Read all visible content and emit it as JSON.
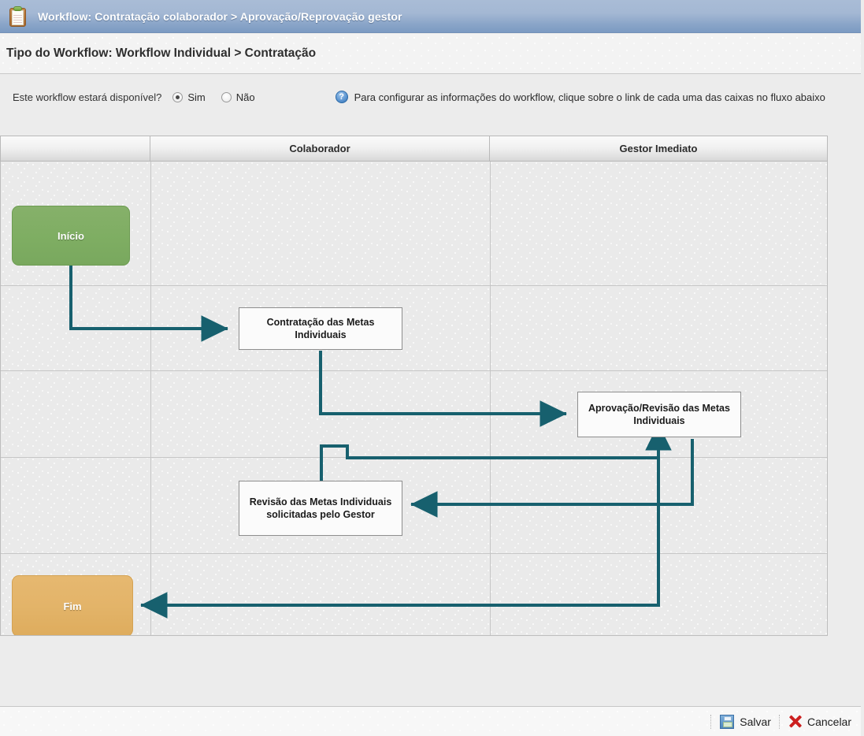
{
  "titlebar": {
    "icon": "clipboard-icon",
    "breadcrumb": "Workflow: Contratação colaborador > Aprovação/Reprovação gestor"
  },
  "page": {
    "heading": "Tipo do Workflow: Workflow Individual > Contratação"
  },
  "options": {
    "availability_label": "Este workflow estará disponível?",
    "radios": [
      {
        "label": "Sim",
        "checked": true
      },
      {
        "label": "Não",
        "checked": false
      }
    ],
    "help_icon": "question-mark-icon",
    "help_glyph": "?",
    "help_text": "Para configurar as informações do workflow, clique sobre o link de cada uma das caixas no fluxo abaixo"
  },
  "diagram": {
    "lanes": [
      {
        "label": ""
      },
      {
        "label": "Colaborador"
      },
      {
        "label": "Gestor Imediato"
      }
    ],
    "nodes": [
      {
        "id": "start",
        "label": "Início"
      },
      {
        "id": "task1",
        "label": "Contratação das Metas Individuais"
      },
      {
        "id": "task2",
        "label": "Aprovação/Revisão das Metas Individuais"
      },
      {
        "id": "task3",
        "label": "Revisão das Metas Individuais solicitadas pelo Gestor"
      },
      {
        "id": "end",
        "label": "Fim"
      }
    ],
    "colors": {
      "start_fill": "#7fae63",
      "end_fill": "#e3b469",
      "task_fill": "#fbfbfb",
      "connector": "#17606e",
      "lane_border": "#bdbdbd"
    }
  },
  "footer": {
    "save_icon": "floppy-disk-icon",
    "save_label": "Salvar",
    "cancel_icon": "red-x-icon",
    "cancel_label": "Cancelar"
  }
}
